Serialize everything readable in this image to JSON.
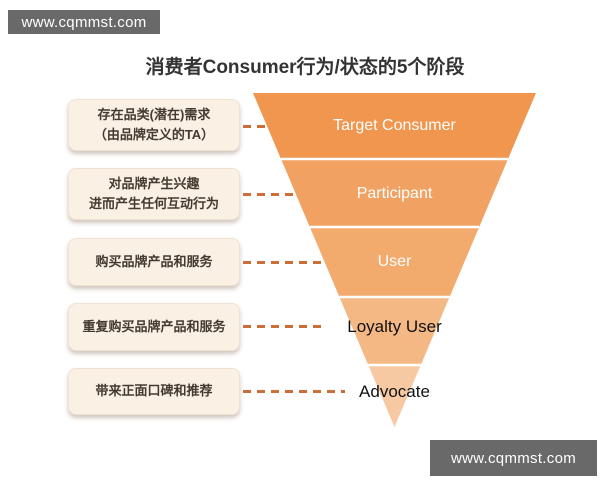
{
  "watermark": {
    "top_text": "www.cqmmst.com",
    "bottom_text": "www.cqmmst.com"
  },
  "title": "消费者Consumer行为/状态的5个阶段",
  "stages": [
    {
      "box": "存在品类(潜在)需求\n（由品牌定义的TA）",
      "funnel_label": "Target Consumer"
    },
    {
      "box": "对品牌产生兴趣\n进而产生任何互动行为",
      "funnel_label": "Participant"
    },
    {
      "box": "购买品牌产品和服务",
      "funnel_label": "User"
    },
    {
      "box": "重复购买品牌产品和服务",
      "funnel_label": "Loyalty User"
    },
    {
      "box": "带来正面口碑和推荐",
      "funnel_label": "Advocate"
    }
  ],
  "colors": {
    "funnel": [
      "#F0964E",
      "#F1A263",
      "#F2AA6D",
      "#F4B884",
      "#F6C9A2"
    ],
    "dash": "#CB6E3B",
    "box_bg": "#FBF0E4",
    "watermark_bg": "#696969"
  }
}
